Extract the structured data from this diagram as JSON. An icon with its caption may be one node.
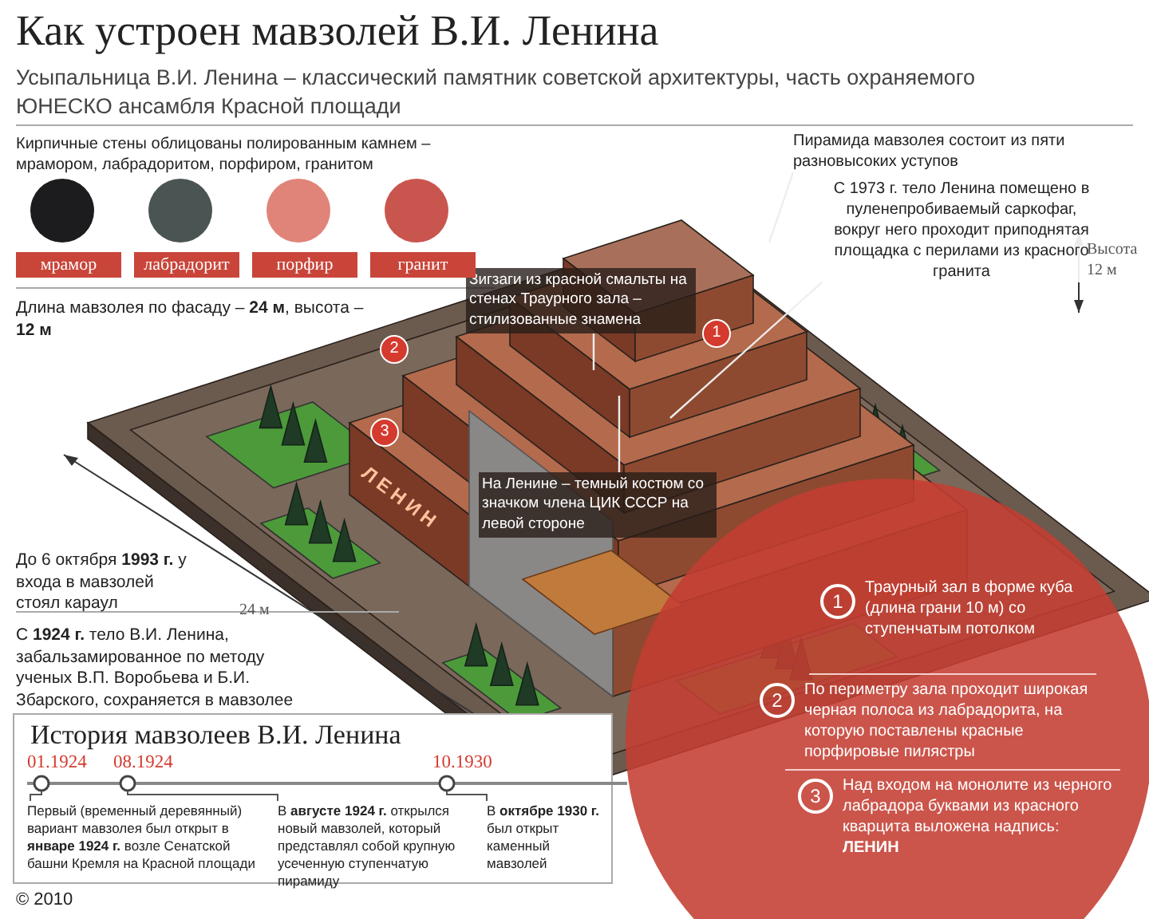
{
  "diagram": {
    "title": "Как устроен мавзолей В.И. Ленина",
    "nodes": [
      {
        "text": [
          "Зигзаги из красной смальты на стенах Траурного зала – стилизованные знамена"
        ]
      },
      {
        "text": [
          "С 1973 г. тело Ленина помещено в пуленепробиваемый саркофаг, вокруг него проходит приподнятая площадка с перилами из красного гранита"
        ]
      },
      {
        "text": [
          "Пирамида мавзолея состоит из пяти разновысоких уступов"
        ]
      },
      {
        "text": [
          "На Ленине – темный костюм со значком члена ЦИК СССР на левой стороне"
        ]
      },
      {
        "text": [
          "1",
          "Траурный зал в форме куба (длина грани 10 м) со ступенчатым потолком",
          "2",
          "По периметру зала проходит широкая черная полоса из лабрадорита, на которую поставлены красные порфировые пилястры",
          "3",
          "Над входом на монолите из черного лабрадора буквами из красного кварцита выложена надпись: **ЛЕНИН**"
        ]
      }
    ],
    "edges": [
      {
        "from": 0,
        "to": null,
        "arrow": "none"
      },
      {
        "from": 1,
        "to": null,
        "arrow": "none"
      },
      {
        "from": 2,
        "to": null,
        "arrow": "none"
      },
      {
        "from": 3,
        "to": null,
        "arrow": "none"
      }
    ],
    "labels": [
      "Усыпальница В.И. Ленина – классический памятник советской архитектуры, часть охраняемого ЮНЕСКО ансамбля Красной площади",
      "Кирпичные стены облицованы полированным камнем – мрамором, лабрадоритом, порфиром, гранитом",
      "Длина мавзолея по фасаду – **24 м**, высота – **12 м**",
      "1",
      "2",
      "3",
      "ЛЕНИН",
      "Высота 12 м",
      "До 6 октября **1993 г.** у входа в мавзолей стоял караул",
      "24 м",
      "С **1924 г.** тело В.И. Ленина, забальзамированное по методу ученых В.П. Воробьева и Б.И. Збарского, сохраняется в мавзолее",
      "История мавзолеев В.И. Ленина",
      "01.1924",
      "08.1924",
      "10.1930",
      "Первый (временный деревянный) вариант мавзолея был открыт в **январе 1924 г.** возле Сенатской башни Кремля на Красной площади",
      "В **августе 1924 г.** открылся новый мавзолей, который представлял собой крупную усеченную ступенчатую пирамиду",
      "В **октябре 1930 г.** был открыт каменный мавзолей",
      "© 2010"
    ],
    "legend": [
      {
        "text": "мрамор",
        "color": "#1c1c1e"
      },
      {
        "text": "лабрадорит",
        "color": "#4a5553"
      },
      {
        "text": "порфир",
        "color": "#e0847a"
      },
      {
        "text": "гранит",
        "color": "#c9564e"
      }
    ]
  }
}
